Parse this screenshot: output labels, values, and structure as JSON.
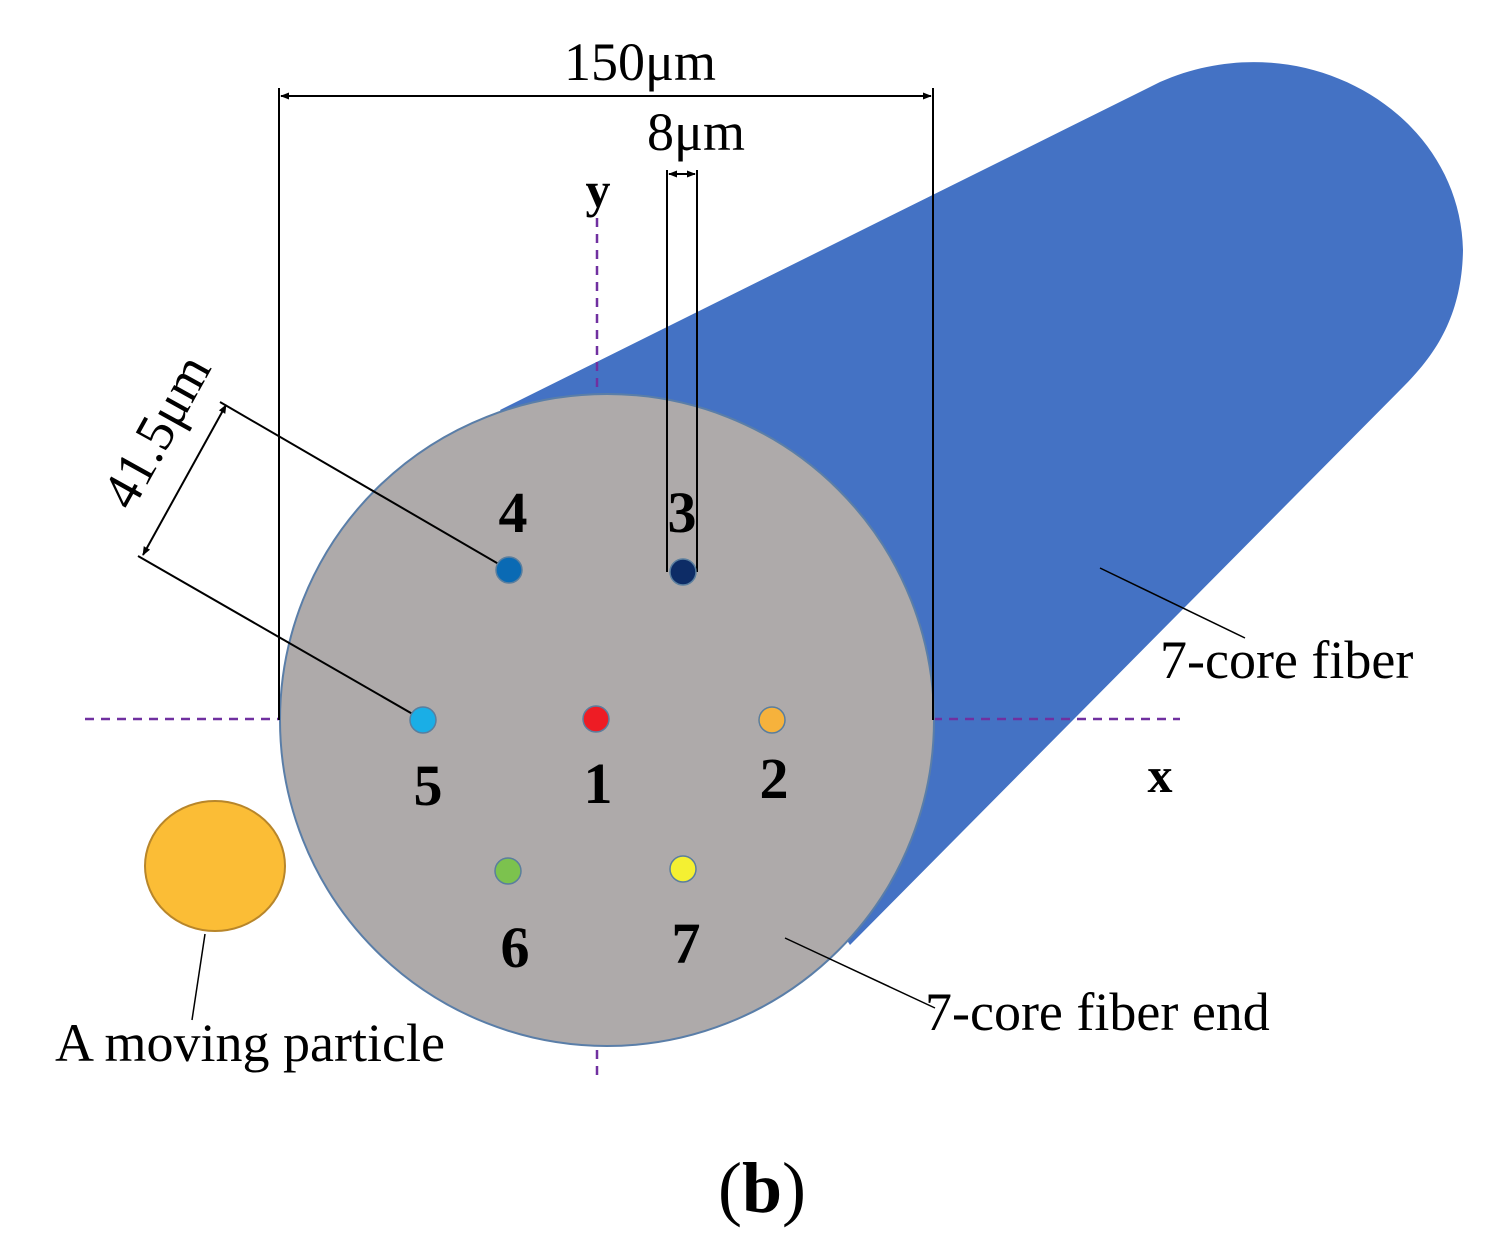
{
  "figure": {
    "caption": "(b)",
    "bold_letter": "b",
    "dimensions": {
      "fiber_width": "150μm",
      "core_diameter": "8μm",
      "core_pitch": "41.5μm"
    },
    "axes": {
      "x": "x",
      "y": "y"
    },
    "labels": {
      "fiber": "7-core fiber",
      "fiber_end": "7-core fiber end",
      "particle": "A moving particle"
    },
    "cores": [
      {
        "id": "1",
        "color": "#ee1c24"
      },
      {
        "id": "2",
        "color": "#f6b23c"
      },
      {
        "id": "3",
        "color": "#0d2c66"
      },
      {
        "id": "4",
        "color": "#0a6ab4"
      },
      {
        "id": "5",
        "color": "#1aaee6"
      },
      {
        "id": "6",
        "color": "#7cc24e"
      },
      {
        "id": "7",
        "color": "#f4f032"
      }
    ],
    "colors": {
      "fiber_body": "#4472c4",
      "fiber_end": "#aeaaaa",
      "particle": "#fbbd36",
      "axis_line": "#7030a0"
    }
  }
}
